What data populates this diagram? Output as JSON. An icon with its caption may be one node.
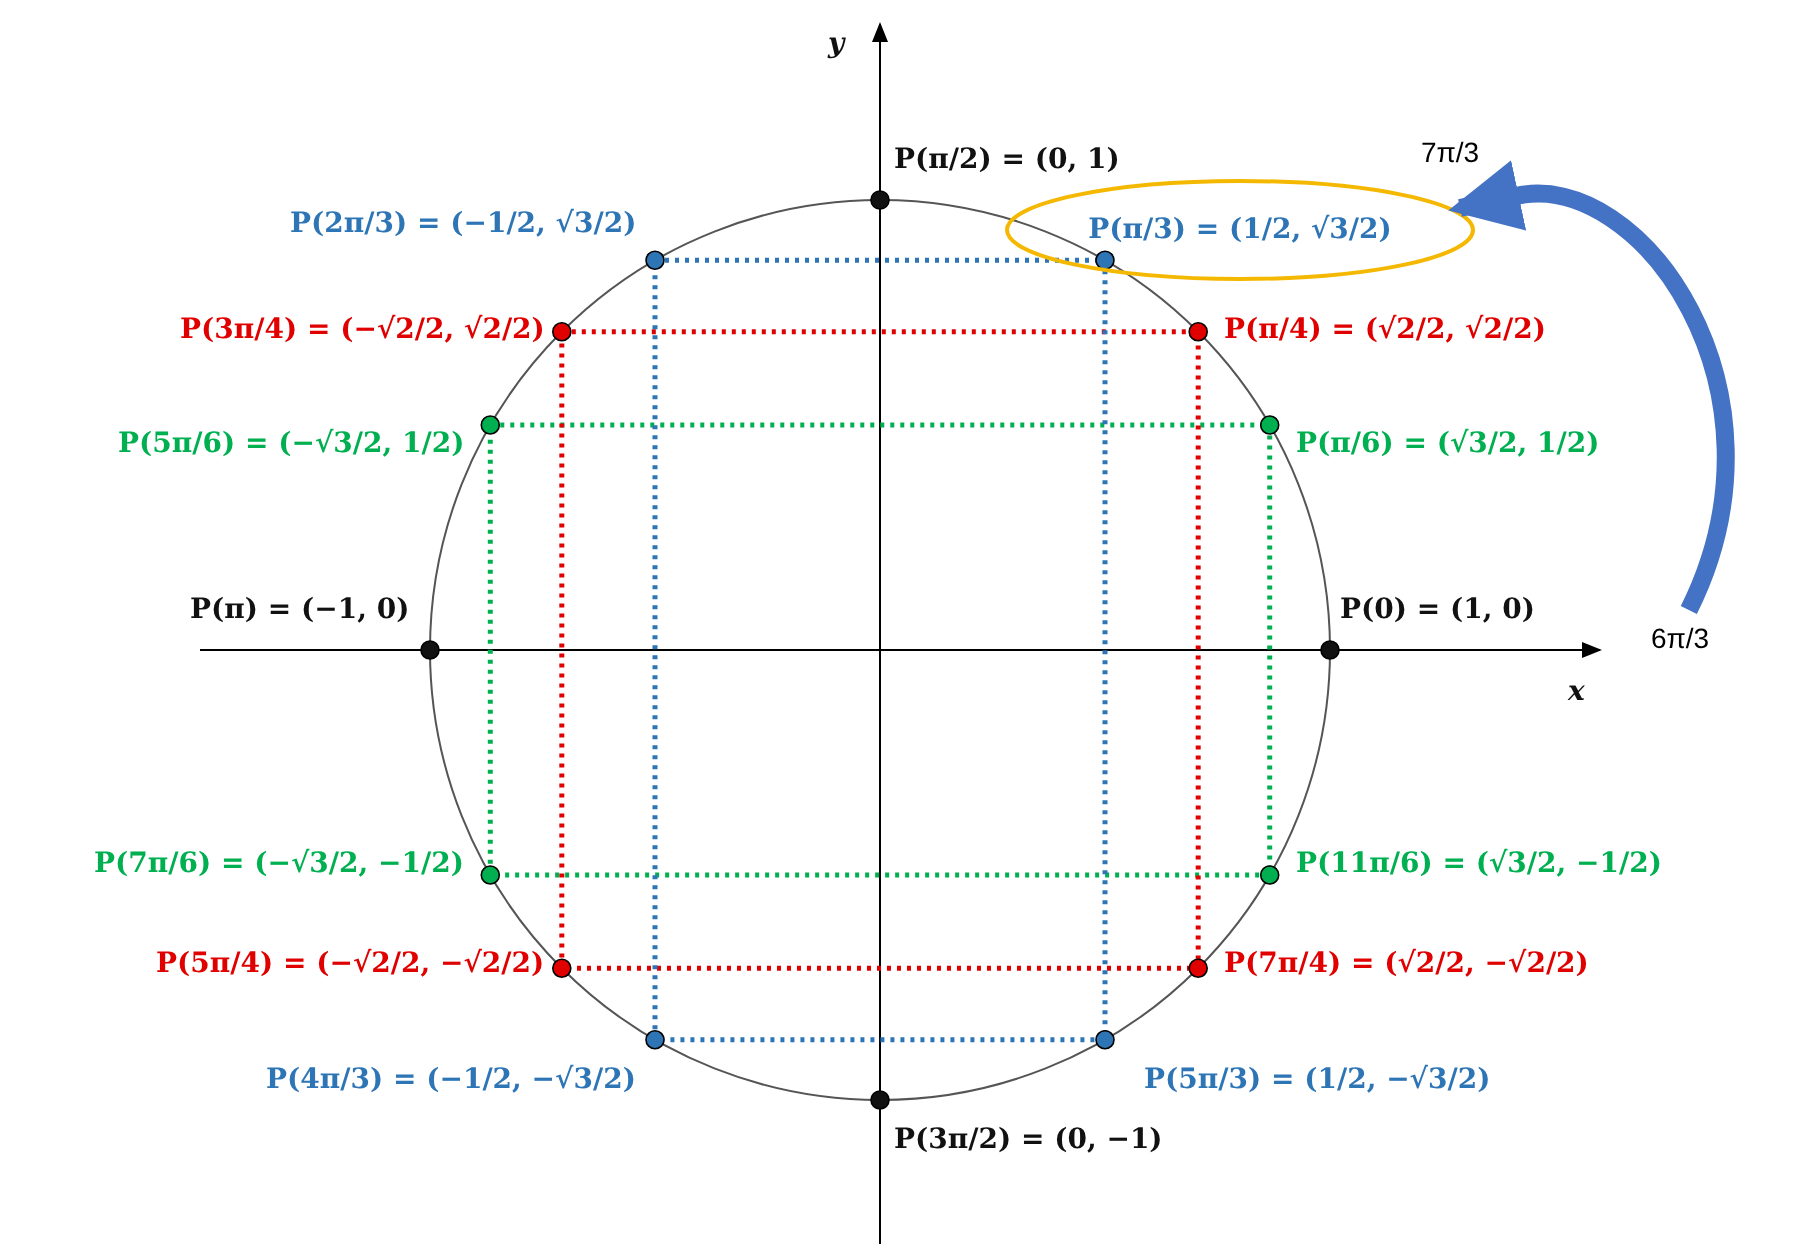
{
  "diagram": {
    "nodes": [
      {
        "text": [
          "P(π/3) = (1/2, √3/2)"
        ]
      },
      {
        "text": [
          "7π/3"
        ]
      },
      {
        "text": [
          "6π/3"
        ]
      }
    ],
    "edges": [
      {
        "from": 2,
        "to": 0,
        "arrow": "to",
        "color": "#4472c4"
      }
    ],
    "labels": [
      "y",
      "P(π/2) = (0, 1)",
      "P(2π/3) = (−1/2, √3/2)",
      "P(3π/4) = (−√2/2, √2/2)",
      "P(π/4) = (√2/2, √2/2)",
      "P(5π/6) = (−√3/2, 1/2)",
      "P(π/6) = (√3/2, 1/2)",
      "P(π) = (−1, 0)",
      "P(0) = (1, 0)",
      "x",
      "P(7π/6) = (−√3/2, −1/2)",
      "P(11π/6) = (√3/2, −1/2)",
      "P(5π/4) = (−√2/2, −√2/2)",
      "P(7π/4) = (√2/2, −√2/2)",
      "P(4π/3) = (−1/2, −√3/2)",
      "P(5π/3) = (1/2, −√3/2)",
      "P(3π/2) = (0, −1)"
    ]
  }
}
